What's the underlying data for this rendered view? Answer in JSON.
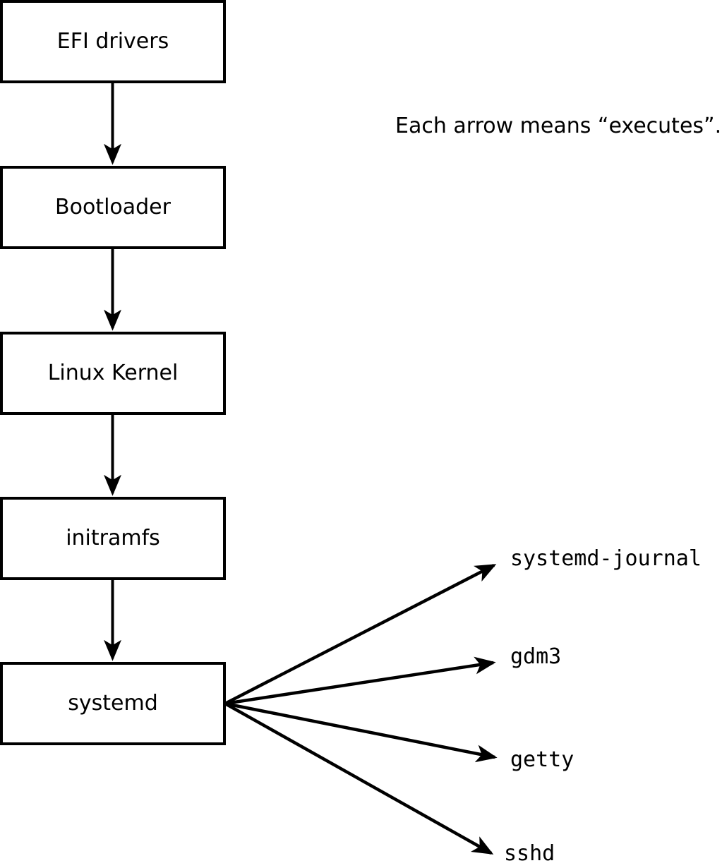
{
  "diagram": {
    "caption": "Each arrow means “executes”.",
    "edge_meaning": "executes",
    "chain": [
      {
        "label": "EFI drivers"
      },
      {
        "label": "Bootloader"
      },
      {
        "label": "Linux Kernel"
      },
      {
        "label": "initramfs"
      },
      {
        "label": "systemd"
      }
    ],
    "spawned": [
      {
        "label": "systemd-journal"
      },
      {
        "label": "gdm3"
      },
      {
        "label": "getty"
      },
      {
        "label": "sshd"
      }
    ],
    "edges": {
      "chain_edges": [
        {
          "from": "EFI drivers",
          "to": "Bootloader"
        },
        {
          "from": "Bootloader",
          "to": "Linux Kernel"
        },
        {
          "from": "Linux Kernel",
          "to": "initramfs"
        },
        {
          "from": "initramfs",
          "to": "systemd"
        }
      ],
      "fan_edges": [
        {
          "from": "systemd",
          "to": "systemd-journal"
        },
        {
          "from": "systemd",
          "to": "gdm3"
        },
        {
          "from": "systemd",
          "to": "getty"
        },
        {
          "from": "systemd",
          "to": "sshd"
        }
      ]
    },
    "colors": {
      "stroke": "#000000",
      "background": "#ffffff"
    }
  }
}
